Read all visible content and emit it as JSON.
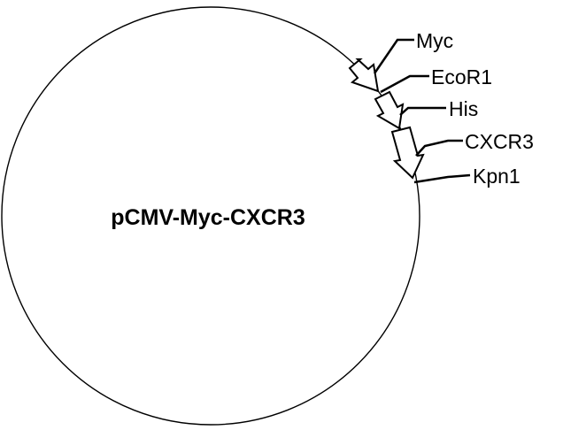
{
  "plasmid": {
    "name": "pCMV-Myc-CXCR3"
  },
  "features": [
    {
      "id": "myc",
      "label": "Myc",
      "kind": "arrow"
    },
    {
      "id": "ecor1",
      "label": "EcoR1",
      "kind": "site"
    },
    {
      "id": "his",
      "label": "His",
      "kind": "arrow"
    },
    {
      "id": "cxcr3",
      "label": "CXCR3",
      "kind": "arrow"
    },
    {
      "id": "kpn1",
      "label": "Kpn1",
      "kind": "site"
    }
  ],
  "colors": {
    "line": "#000000",
    "background": "#ffffff",
    "arrow_fill": "#ffffff"
  }
}
